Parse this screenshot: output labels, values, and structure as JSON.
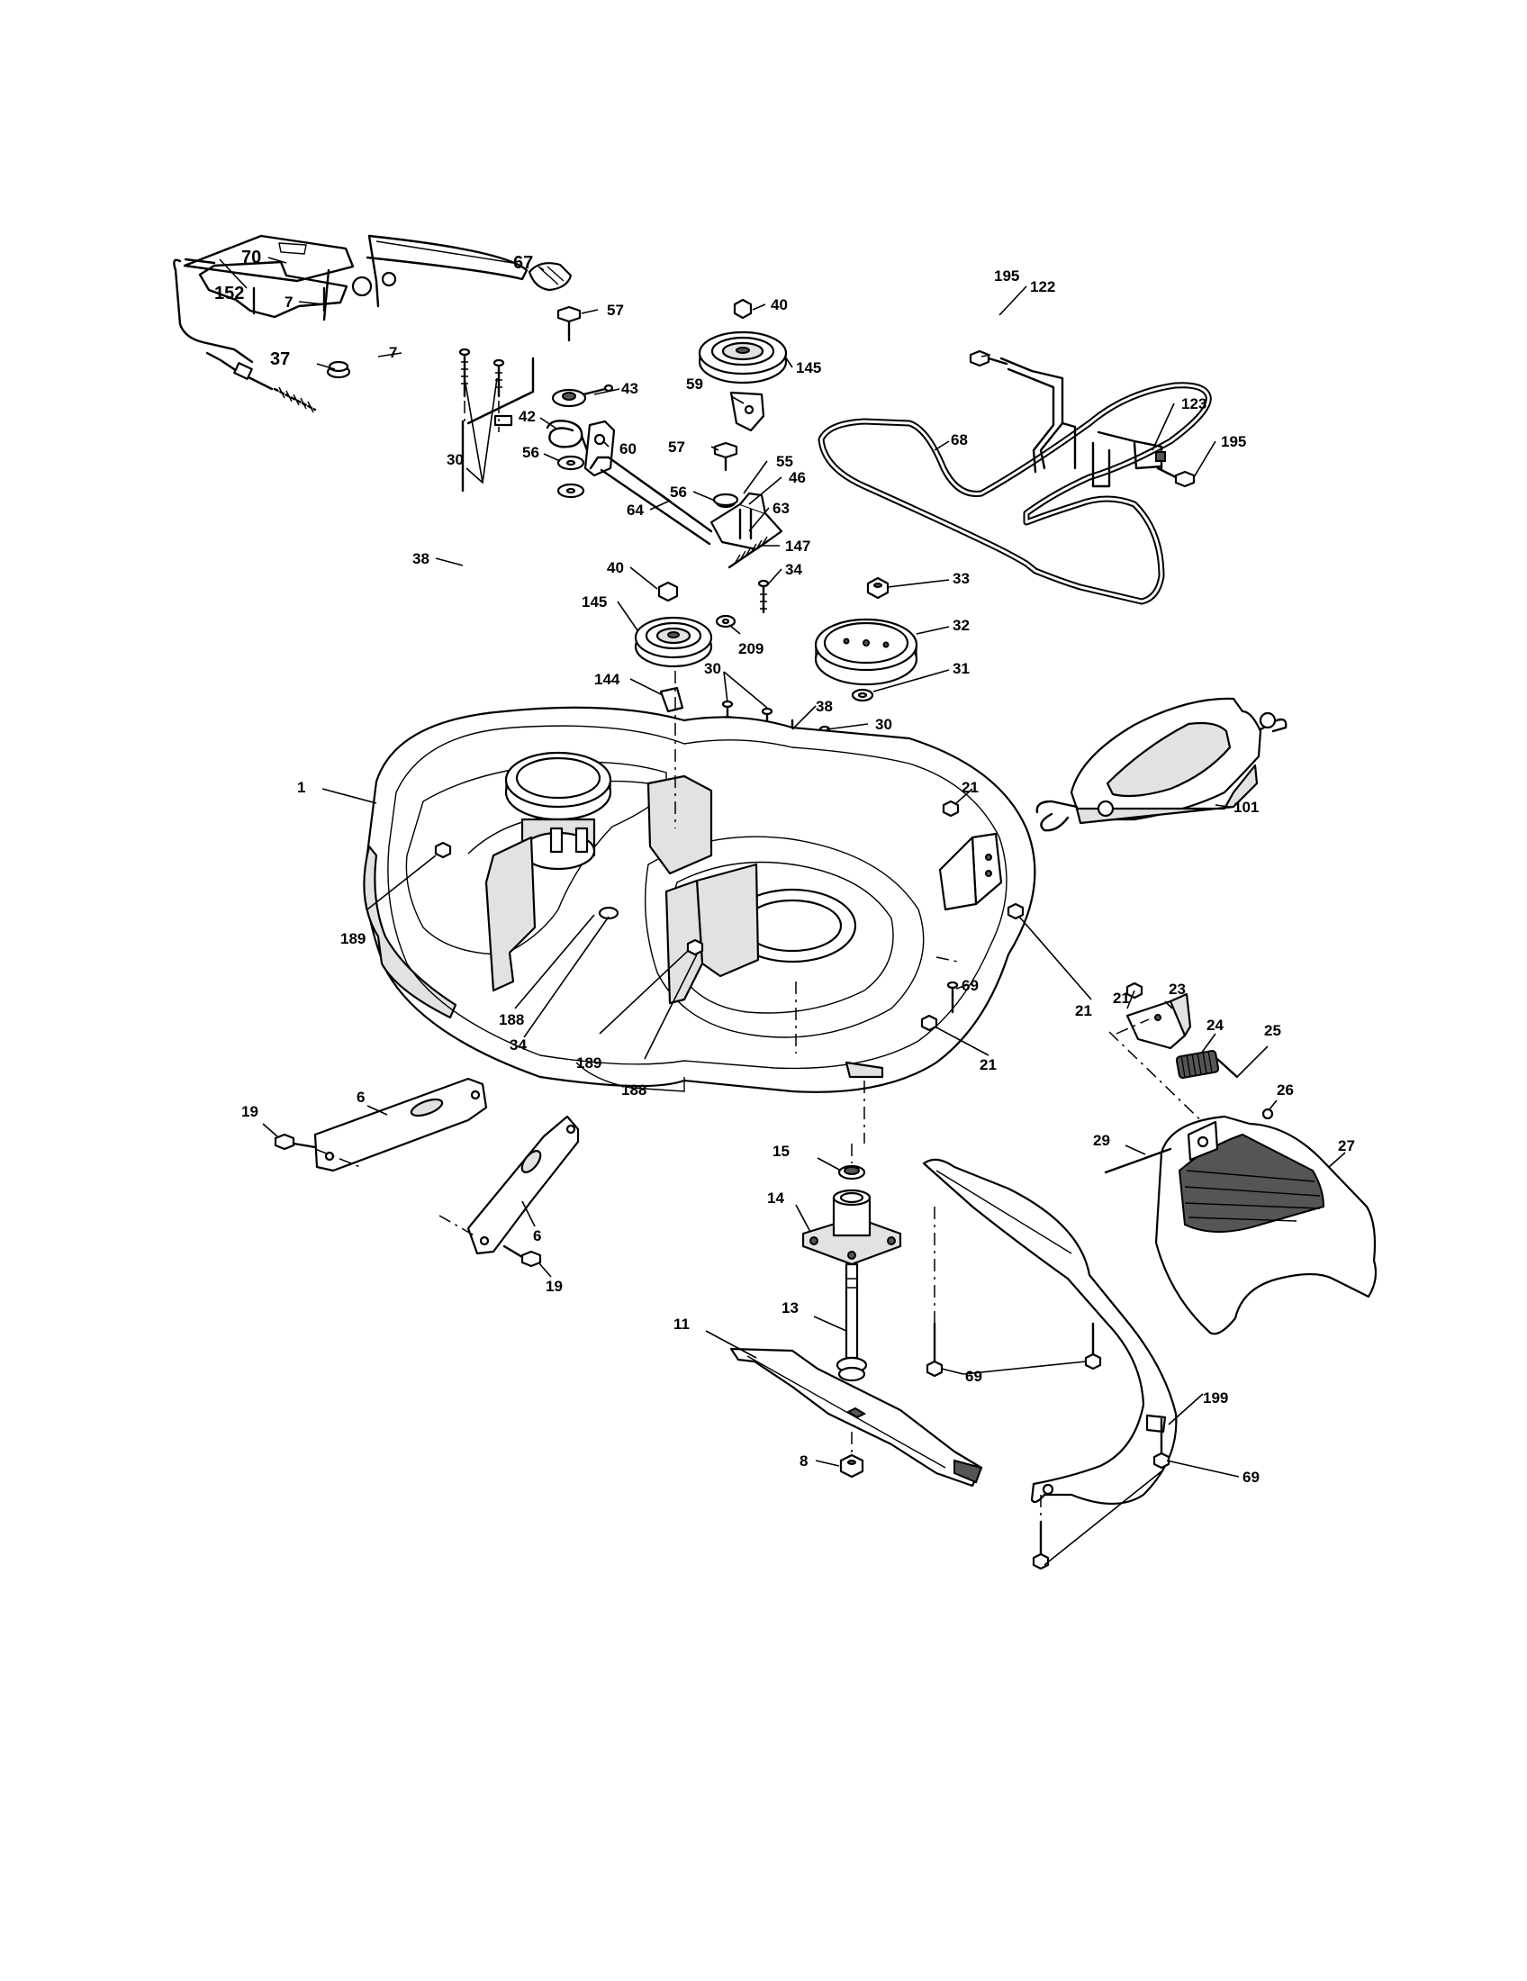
{
  "callouts": [
    {
      "id": "c70",
      "text": "70"
    },
    {
      "id": "c67",
      "text": "67"
    },
    {
      "id": "c7a",
      "text": "7"
    },
    {
      "id": "c7b",
      "text": "7"
    },
    {
      "id": "c152",
      "text": "152"
    },
    {
      "id": "c37",
      "text": "37"
    },
    {
      "id": "c57a",
      "text": "57"
    },
    {
      "id": "c43",
      "text": "43"
    },
    {
      "id": "c42",
      "text": "42"
    },
    {
      "id": "c60",
      "text": "60"
    },
    {
      "id": "c56a",
      "text": "56"
    },
    {
      "id": "c30a",
      "text": "30"
    },
    {
      "id": "c38a",
      "text": "38"
    },
    {
      "id": "c40a",
      "text": "40"
    },
    {
      "id": "c145a",
      "text": "145"
    },
    {
      "id": "c59",
      "text": "59"
    },
    {
      "id": "c57b",
      "text": "57"
    },
    {
      "id": "c55",
      "text": "55"
    },
    {
      "id": "c46",
      "text": "46"
    },
    {
      "id": "c56b",
      "text": "56"
    },
    {
      "id": "c64",
      "text": "64"
    },
    {
      "id": "c63",
      "text": "63"
    },
    {
      "id": "c147",
      "text": "147"
    },
    {
      "id": "c34a",
      "text": "34"
    },
    {
      "id": "c40b",
      "text": "40"
    },
    {
      "id": "c145b",
      "text": "145"
    },
    {
      "id": "c209",
      "text": "209"
    },
    {
      "id": "c195a",
      "text": "195"
    },
    {
      "id": "c122",
      "text": "122"
    },
    {
      "id": "c68",
      "text": "68"
    },
    {
      "id": "c123",
      "text": "123"
    },
    {
      "id": "c195b",
      "text": "195"
    },
    {
      "id": "c33",
      "text": "33"
    },
    {
      "id": "c32",
      "text": "32"
    },
    {
      "id": "c31",
      "text": "31"
    },
    {
      "id": "c144",
      "text": "144"
    },
    {
      "id": "c30b",
      "text": "30"
    },
    {
      "id": "c38b",
      "text": "38"
    },
    {
      "id": "c30c",
      "text": "30"
    },
    {
      "id": "c1",
      "text": "1"
    },
    {
      "id": "c21a",
      "text": "21"
    },
    {
      "id": "c101",
      "text": "101"
    },
    {
      "id": "c189a",
      "text": "189"
    },
    {
      "id": "c188a",
      "text": "188"
    },
    {
      "id": "c34b",
      "text": "34"
    },
    {
      "id": "c189b",
      "text": "189"
    },
    {
      "id": "c188b",
      "text": "188"
    },
    {
      "id": "c21b",
      "text": "21"
    },
    {
      "id": "c69a",
      "text": "69"
    },
    {
      "id": "c21c",
      "text": "21"
    },
    {
      "id": "c21d",
      "text": "21"
    },
    {
      "id": "c23",
      "text": "23"
    },
    {
      "id": "c24",
      "text": "24"
    },
    {
      "id": "c25",
      "text": "25"
    },
    {
      "id": "c26",
      "text": "26"
    },
    {
      "id": "c19a",
      "text": "19"
    },
    {
      "id": "c6a",
      "text": "6"
    },
    {
      "id": "c6b",
      "text": "6"
    },
    {
      "id": "c19b",
      "text": "19"
    },
    {
      "id": "c15",
      "text": "15"
    },
    {
      "id": "c14",
      "text": "14"
    },
    {
      "id": "c13",
      "text": "13"
    },
    {
      "id": "c11",
      "text": "11"
    },
    {
      "id": "c8",
      "text": "8"
    },
    {
      "id": "c29",
      "text": "29"
    },
    {
      "id": "c27",
      "text": "27"
    },
    {
      "id": "c69b",
      "text": "69"
    },
    {
      "id": "c199",
      "text": "199"
    },
    {
      "id": "c69c",
      "text": "69"
    }
  ]
}
